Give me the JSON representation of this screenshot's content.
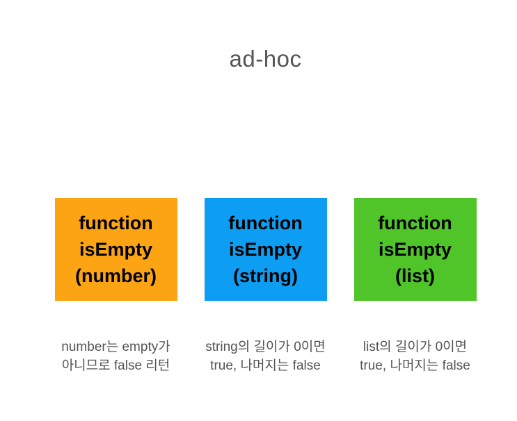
{
  "title": {
    "text": "ad-hoc",
    "color": "#545454"
  },
  "colors": {
    "background": "#ffffff",
    "box_label_text": "#000000",
    "caption_text": "#545454"
  },
  "boxes": [
    {
      "label": "function\nisEmpty\n(number)",
      "fill": "#FCA413",
      "caption": "number는 empty가\n아니므로 false 리턴"
    },
    {
      "label": "function\nisEmpty\n(string)",
      "fill": "#0D9EF3",
      "caption": "string의 길이가 0이면\ntrue, 나머지는 false"
    },
    {
      "label": "function\nisEmpty\n(list)",
      "fill": "#4FC529",
      "caption": "list의 길이가 0이면\ntrue, 나머지는 false"
    }
  ]
}
